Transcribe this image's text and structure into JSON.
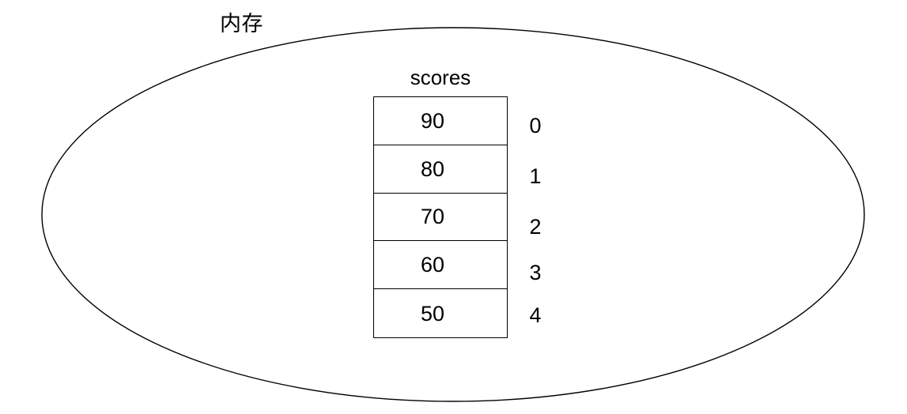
{
  "diagram": {
    "memory_label": "内存",
    "array_title": "scores",
    "cells": [
      {
        "value": "90",
        "index": "0"
      },
      {
        "value": "80",
        "index": "1"
      },
      {
        "value": "70",
        "index": "2"
      },
      {
        "value": "60",
        "index": "3"
      },
      {
        "value": "50",
        "index": "4"
      }
    ],
    "colors": {
      "stroke": "#000000",
      "background": "#ffffff",
      "text": "#000000"
    }
  }
}
